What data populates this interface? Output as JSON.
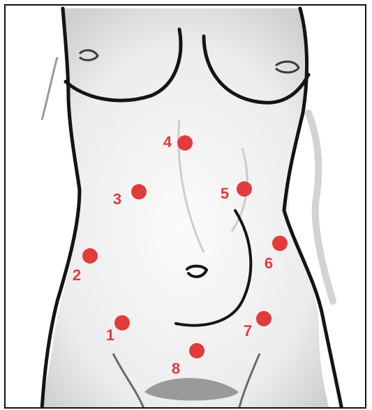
{
  "colors": {
    "marker": "#e23b3b",
    "outline": "#141414",
    "skin": "#f7f7f7",
    "shade": "#cfcfcf"
  },
  "figure": {
    "subject": "female-abdomen-drawing"
  },
  "ports": [
    {
      "label": "1"
    },
    {
      "label": "2"
    },
    {
      "label": "3"
    },
    {
      "label": "4"
    },
    {
      "label": "5"
    },
    {
      "label": "6"
    },
    {
      "label": "7"
    },
    {
      "label": "8"
    }
  ]
}
